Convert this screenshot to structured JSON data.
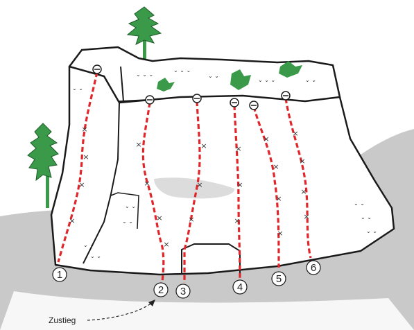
{
  "topo": {
    "routes": [
      {
        "number": "1"
      },
      {
        "number": "2"
      },
      {
        "number": "3"
      },
      {
        "number": "4"
      },
      {
        "number": "5"
      },
      {
        "number": "6"
      }
    ],
    "approach_label": "Zustieg",
    "colors": {
      "route_line": "#e0262b",
      "ground": "#c9c9c9",
      "rock_fill": "#ffffff",
      "rock_outline": "#1a1a1a",
      "tree_foliage": "#3a9a4a",
      "tree_trunk": "#3a9a4a"
    },
    "icons": [
      "anchor-icon",
      "bolt-marker-icon",
      "tree-icon",
      "approach-arrow-icon"
    ]
  }
}
